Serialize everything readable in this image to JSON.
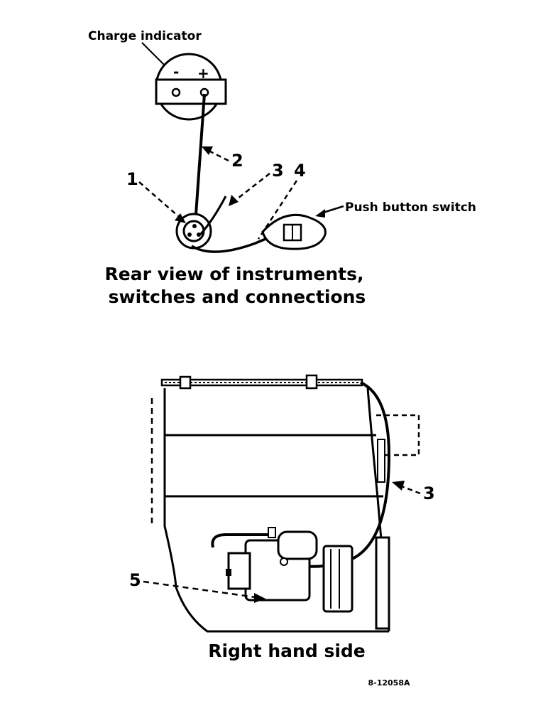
{
  "top_diagram": {
    "labels": {
      "charge_indicator": "Charge indicator",
      "minus": "-",
      "plus": "+",
      "push_button_switch": "Push button switch",
      "n1": "1",
      "n2": "2",
      "n3": "3",
      "n4": "4"
    },
    "caption_line1": "Rear view of instruments,",
    "caption_line2": "switches and connections"
  },
  "bottom_diagram": {
    "labels": {
      "n3": "3",
      "n5": "5"
    },
    "caption": "Right hand side"
  },
  "figure_code": "8-12058A"
}
